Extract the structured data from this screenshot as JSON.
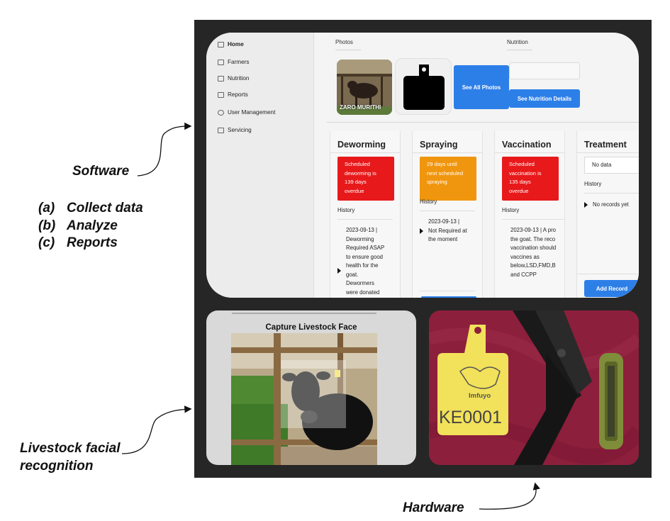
{
  "annotations": {
    "software": "Software",
    "list": [
      {
        "key": "(a)",
        "text": "Collect data"
      },
      {
        "key": "(b)",
        "text": "Analyze"
      },
      {
        "key": "(c)",
        "text": "Reports"
      }
    ],
    "facial": [
      "Livestock facial",
      "recognition"
    ],
    "hardware": "Hardware"
  },
  "sidebar": {
    "items": [
      {
        "label": "Home",
        "icon": "grid-icon"
      },
      {
        "label": "Farmers",
        "icon": "table-icon"
      },
      {
        "label": "Nutrition",
        "icon": "list-icon"
      },
      {
        "label": "Reports",
        "icon": "bar-chart-icon"
      },
      {
        "label": "User Management",
        "icon": "users-icon"
      },
      {
        "label": "Servicing",
        "icon": "card-icon"
      }
    ]
  },
  "main": {
    "photos_label": "Photos",
    "nutrition_label": "Nutrition",
    "photo_caption": "ZARO MURITHI",
    "see_all_photos": "See All Photos",
    "see_nutrition": "See Nutrition Details",
    "add_record": "Add Record"
  },
  "cards": [
    {
      "title": "Deworming",
      "status_lines": [
        "Scheduled",
        "deworming is",
        "139 days",
        "overdue"
      ],
      "status_color": "#e8191b",
      "history_label": "History",
      "history_lines": [
        "2023-09-13 |",
        "Deworming",
        "Required ASAP",
        "to ensure good",
        "health for the",
        "goat.",
        "Dewormers",
        "were donated"
      ]
    },
    {
      "title": "Spraying",
      "status_lines": [
        "29 days until",
        "next scheduled",
        "spraying"
      ],
      "status_color": "#f0960e",
      "history_label": "History",
      "history_lines": [
        "2023-09-13 |",
        "Not Required at",
        "the moment"
      ]
    },
    {
      "title": "Vaccination",
      "status_lines": [
        "Scheduled",
        "vaccination is",
        "135 days",
        "overdue"
      ],
      "status_color": "#e8191b",
      "history_label": "History",
      "history_lines": [
        "2023-09-13 | A pro",
        "the goat. The reco",
        "vaccination should",
        "vaccines as",
        "below,LSD,FMD,B",
        "and CCPP"
      ]
    },
    {
      "title": "Treatment",
      "no_data": "No data",
      "history_label": "History",
      "no_records": "No records yet"
    }
  ],
  "face_panel": {
    "title": "Capture Livestock Face"
  },
  "hardware_panel": {
    "brand": "Imfuyo",
    "tag_id": "KE0001"
  },
  "colors": {
    "accent_blue": "#2d7fe8",
    "overdue_red": "#e8191b",
    "upcoming_orange": "#f0960e",
    "tag_yellow": "#f2e15a"
  }
}
